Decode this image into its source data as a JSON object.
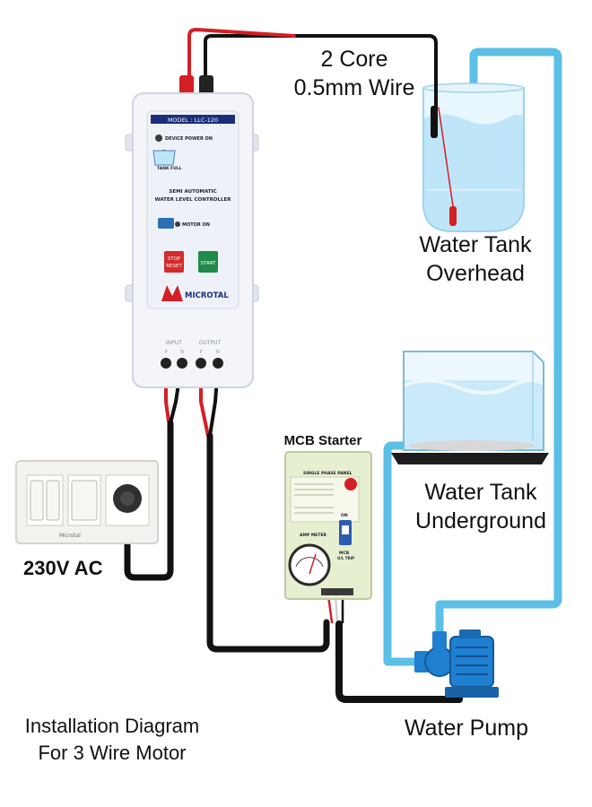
{
  "labels": {
    "wire": [
      "2 Core",
      "0.5mm Wire"
    ],
    "overhead": [
      "Water Tank",
      "Overhead"
    ],
    "underground": [
      "Water Tank",
      "Underground"
    ],
    "mcb": "MCB Starter",
    "ac": "230V AC",
    "pump": "Water Pump",
    "caption": [
      "Installation Diagram",
      "For 3 Wire Motor"
    ]
  },
  "controller": {
    "model": "MODEL : LLC-120",
    "power": "DEVICE POWER ON",
    "tank_full": "TANK FULL",
    "title1": "SEMI AUTOMATIC",
    "title2": "WATER LEVEL CONTROLLER",
    "motor_on": "MOTOR ON",
    "stop1": "STOP",
    "stop2": "RESET",
    "start": "START",
    "brand": "MICROTAL",
    "input": "INPUT",
    "output": "OUTPUT",
    "terminals": [
      "P",
      "N",
      "P",
      "N"
    ]
  },
  "starter": {
    "panel": "SINGLE PHASE PANEL",
    "meter": "AMP METER",
    "mcb": "MCB",
    "ol_trip": "O/L TRIP",
    "on": "ON"
  },
  "switchboard": {
    "brand": "Microtal"
  },
  "colors": {
    "pipe": "#5bbfe6",
    "water": "#bfe6f7",
    "wire_red": "#d41f26",
    "wire_black": "#111111",
    "panel": "#f2f4f8",
    "starter": "#e6efd0",
    "pump": "#1f7fd0"
  }
}
